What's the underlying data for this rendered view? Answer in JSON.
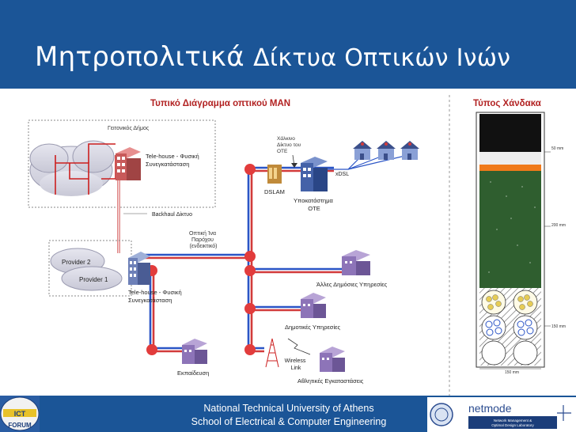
{
  "slide": {
    "title_main": "Μητροπολιτικά",
    "title_sub": "Δίκτυα Οπτικών Ινών"
  },
  "diagram": {
    "heading": "Τυπικό Διάγραμμα οπτικού MAN",
    "neighbor_cloud": "Γειτονικός Δήμος",
    "telehouse_top": [
      "Tele-house - Φυσική",
      "Συνεγκατάσταση"
    ],
    "backhaul": "Backhaul Δίκτυο",
    "fiber_provider": [
      "Οπτική Ίνα",
      "Παρόχου",
      "(ενδεικτικό)"
    ],
    "provider2": "Provider 2",
    "provider1": "Provider 1",
    "telehouse_bottom": [
      "Tele-house - Φυσική",
      "Συνεγκατάσταση"
    ],
    "copper_ote": [
      "Χάλκινο",
      "Δίκτυο του",
      "ΟΤΕ"
    ],
    "xdsl": "xDSL",
    "dslam": "DSLAM",
    "substation": [
      "Υποκατάστημα",
      "ΟΤΕ"
    ],
    "other_public": "Άλλες Δημόσιες Υπηρεσίες",
    "municipal": "Δημοτικές Υπηρεσίες",
    "wireless": [
      "Wireless",
      "Link"
    ],
    "education": "Εκπαίδευση",
    "sports": "Αθλητικές Εγκαταστάσεις"
  },
  "trench": {
    "heading": "Τύπος Χάνδακα",
    "dim_top": "50 mm",
    "dim_mid": "200 mm",
    "dim_bottom": "150 mm",
    "dim_width": "150 mm"
  },
  "footer": {
    "line1": "National Technical University of Athens",
    "line2": "School of Electrical & Computer Engineering"
  },
  "logos": {
    "left": [
      "ICT",
      "FORUM"
    ],
    "right": "netmode",
    "right_sub": [
      "Network Management &",
      "Optimal Design Laboratory"
    ]
  },
  "colors": {
    "header_bg": "#1b5597",
    "fiber_red": "#d23b3b",
    "fiber_blue": "#2b55c6",
    "heading_red": "#b22222"
  }
}
